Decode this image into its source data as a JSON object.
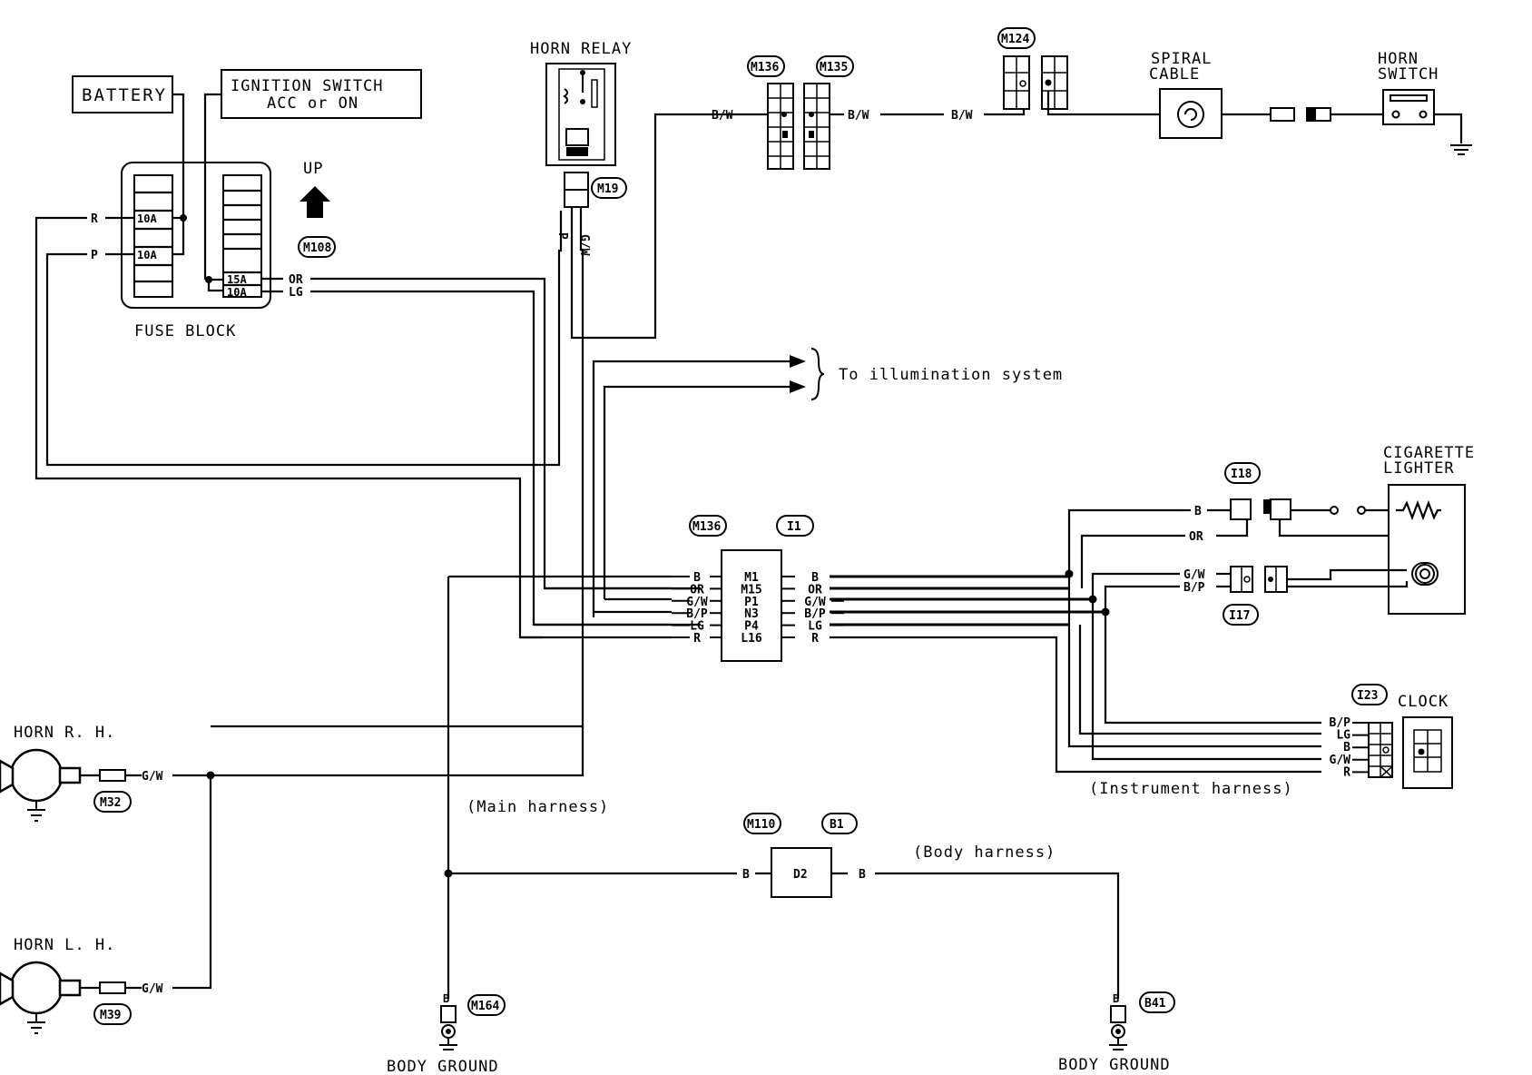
{
  "components": {
    "battery": "BATTERY",
    "ignition_line1": "IGNITION SWITCH",
    "ignition_line2": "ACC or ON",
    "fuse_block": "FUSE BLOCK",
    "up": "UP",
    "horn_relay": "HORN RELAY",
    "spiral_line1": "SPIRAL",
    "spiral_line2": "CABLE",
    "horn_switch_line1": "HORN",
    "horn_switch_line2": "SWITCH",
    "illumination": "To illumination system",
    "cig_line1": "CIGARETTE",
    "cig_line2": "LIGHTER",
    "clock": "CLOCK",
    "horn_rh": "HORN R. H.",
    "horn_lh": "HORN L. H.",
    "main_harness": "(Main harness)",
    "instrument_harness": "(Instrument harness)",
    "body_harness": "(Body harness)",
    "body_ground_1": "BODY GROUND",
    "body_ground_2": "BODY GROUND"
  },
  "fuses": [
    "10A",
    "10A",
    "15A",
    "10A"
  ],
  "connectors": {
    "m108": "M108",
    "m19": "M19",
    "m136_top": "M136",
    "m135": "M135",
    "m124": "M124",
    "m136_mid": "M136",
    "i1": "I1",
    "i18": "I18",
    "i17": "I17",
    "i23": "I23",
    "m32": "M32",
    "m39": "M39",
    "m110": "M110",
    "b1": "B1",
    "m164": "M164",
    "b41": "B41"
  },
  "wires": {
    "r": "R",
    "p": "P",
    "or": "OR",
    "lg": "LG",
    "bw1": "B/W",
    "bw2": "B/W",
    "bw3": "B/W",
    "relay_p": "P",
    "relay_gw": "G/W",
    "i18_b": "B",
    "i18_or": "OR",
    "i17_gw": "G/W",
    "i17_bp": "B/P",
    "horn_rh_gw": "G/W",
    "horn_lh_gw": "G/W",
    "d2_left_b": "B",
    "d2_right_b": "B",
    "gnd1_b": "B",
    "gnd2_b": "B",
    "d2": "D2"
  },
  "junction_rows": [
    {
      "left": "B",
      "pin": "M1",
      "right": "B"
    },
    {
      "left": "OR",
      "pin": "M15",
      "right": "OR"
    },
    {
      "left": "G/W",
      "pin": "P1",
      "right": "G/W"
    },
    {
      "left": "B/P",
      "pin": "N3",
      "right": "B/P"
    },
    {
      "left": "LG",
      "pin": "P4",
      "right": "LG"
    },
    {
      "left": "R",
      "pin": "L16",
      "right": "R"
    }
  ],
  "clock_wires": [
    "B/P",
    "LG",
    "B",
    "G/W",
    "R"
  ]
}
